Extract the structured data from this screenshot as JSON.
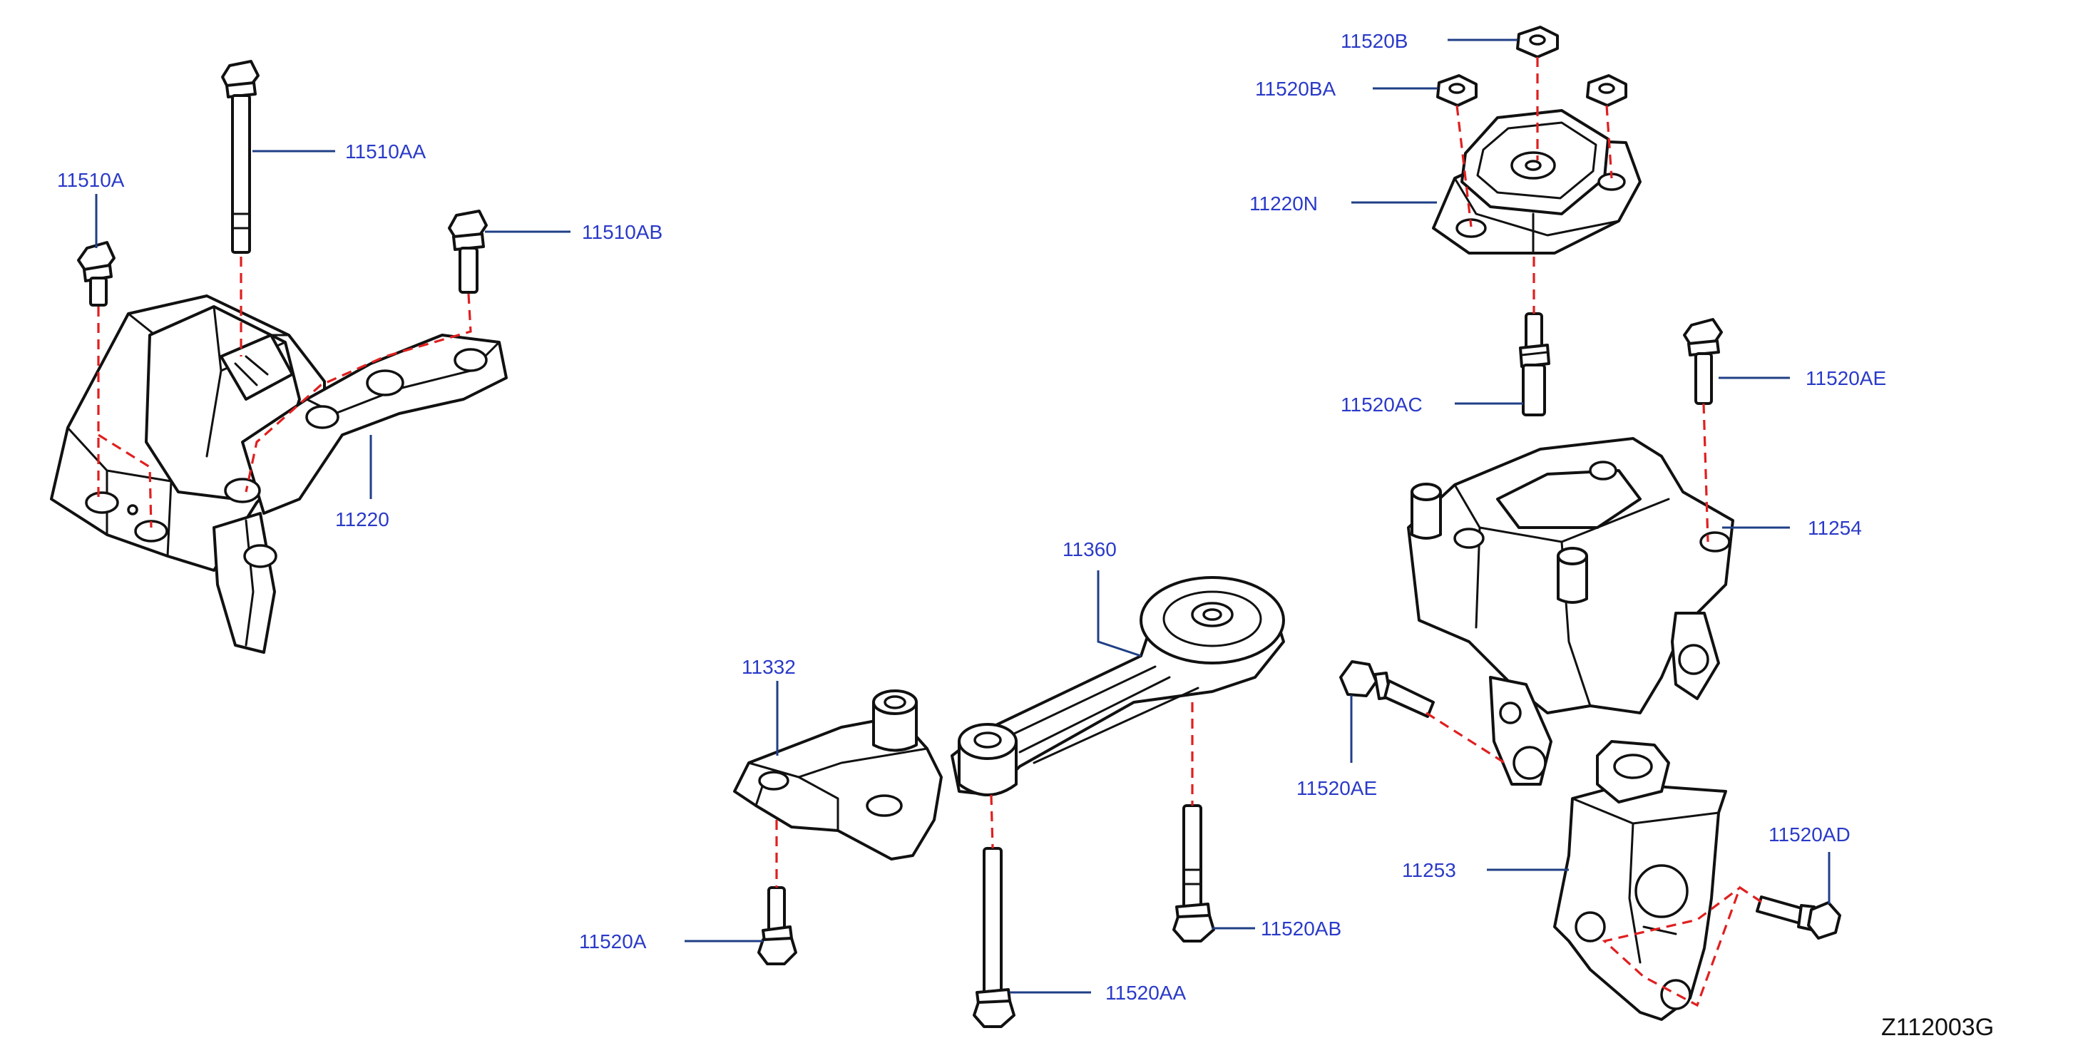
{
  "labels": {
    "p11520B": "11520B",
    "p11520BA": "11520BA",
    "p11220N": "11220N",
    "p11520AC": "11520AC",
    "p11520AE_top": "11520AE",
    "p11254": "11254",
    "p11520AE_mid": "11520AE",
    "p11253": "11253",
    "p11520AD": "11520AD",
    "p11510AA": "11510AA",
    "p11510A": "11510A",
    "p11510AB": "11510AB",
    "p11220": "11220",
    "p11360": "11360",
    "p11332": "11332",
    "p11520A": "11520A",
    "p11520AB": "11520AB",
    "p11520AA": "11520AA"
  },
  "diagram_code": "Z112003G",
  "colors": {
    "label_text": "#2a3ac8",
    "leader_line": "#1f3f86",
    "assembly_dash": "#e01f1f",
    "part_outline": "#111111"
  }
}
